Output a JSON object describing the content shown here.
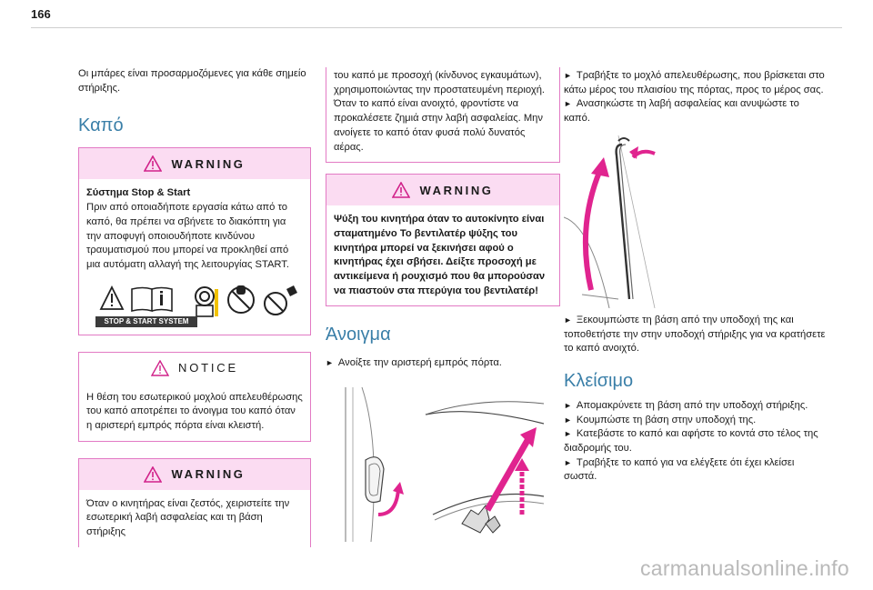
{
  "page": {
    "number": "166"
  },
  "col1": {
    "intro": "Οι μπάρες είναι προσαρμοζόμενες για κάθε σημείο στήριξης.",
    "section_title": "Καπό",
    "warning1": {
      "label": "WARNING",
      "heading": "Σύστημα Stop & Start",
      "text": "Πριν από οποιαδήποτε εργασία κάτω από το καπό, θα πρέπει να σβήνετε το διακόπτη για την αποφυγή οποιουδήποτε κινδύνου τραυματισμού που μπορεί να προκληθεί από μια αυτόματη αλλαγή της λειτουργίας START.",
      "strip_label": "STOP & START SYSTEM"
    },
    "notice": {
      "label": "NOTICE",
      "text": "Η θέση του εσωτερικού μοχλού απελευθέρωσης του καπό αποτρέπει το άνοιγμα του καπό όταν η αριστερή εμπρός πόρτα είναι κλειστή."
    },
    "warning2": {
      "label": "WARNING",
      "text": "Όταν ο κινητήρας είναι ζεστός, χειριστείτε την εσωτερική λαβή ασφαλείας και τη βάση στήριξης"
    }
  },
  "col2": {
    "continued": "του καπό με προσοχή (κίνδυνος εγκαυμάτων), χρησιμοποιώντας την προστατευμένη περιοχή. Όταν το καπό είναι ανοιχτό, φροντίστε να προκαλέσετε ζημιά στην λαβή ασφαλείας. Μην ανοίγετε το καπό όταν φυσά πολύ δυνατός αέρας.",
    "warning3": {
      "label": "WARNING",
      "text": "Ψύξη του κινητήρα όταν το αυτοκίνητο είναι σταματημένο Το βεντιλατέρ ψύξης του κινητήρα μπορεί να ξεκινήσει αφού ο κινητήρας έχει σβήσει. Δείξτε προσοχή με αντικείμενα ή ρουχισμό που θα μπορούσαν να πιαστούν στα πτερύγια του βεντιλατέρ!"
    },
    "section_title": "Άνοιγμα",
    "step": "Ανοίξτε την αριστερή εμπρός πόρτα."
  },
  "col3": {
    "step1": "Τραβήξτε το μοχλό απελευθέρωσης, που βρίσκεται στο κάτω μέρος του πλαισίου της πόρτας, προς το μέρος σας.",
    "step2": "Ανασηκώστε τη λαβή ασφαλείας και ανυψώστε το καπό.",
    "step3": "Ξεκουμπώστε τη βάση από την υποδοχή της και τοποθετήστε την στην υποδοχή στήριξης για να κρατήσετε το καπό ανοιχτό.",
    "section_title": "Κλείσιμο",
    "close_steps": [
      "Απομακρύνετε τη βάση από την υποδοχή στήριξης.",
      "Κουμπώστε τη βάση στην υποδοχή της.",
      "Κατεβάστε το καπό και αφήστε το κοντά στο τέλος της διαδρομής του.",
      "Τραβήξτε το καπό για να ελέγξετε ότι έχει κλείσει σωστά."
    ]
  },
  "bullet_glyph": "►",
  "watermark": "carmanualsonline.info",
  "colors": {
    "accent_title": "#3a7fa8",
    "warning_border": "#e27ac4",
    "warning_fill": "#fbdcf2",
    "arrow": "#e0248f"
  }
}
